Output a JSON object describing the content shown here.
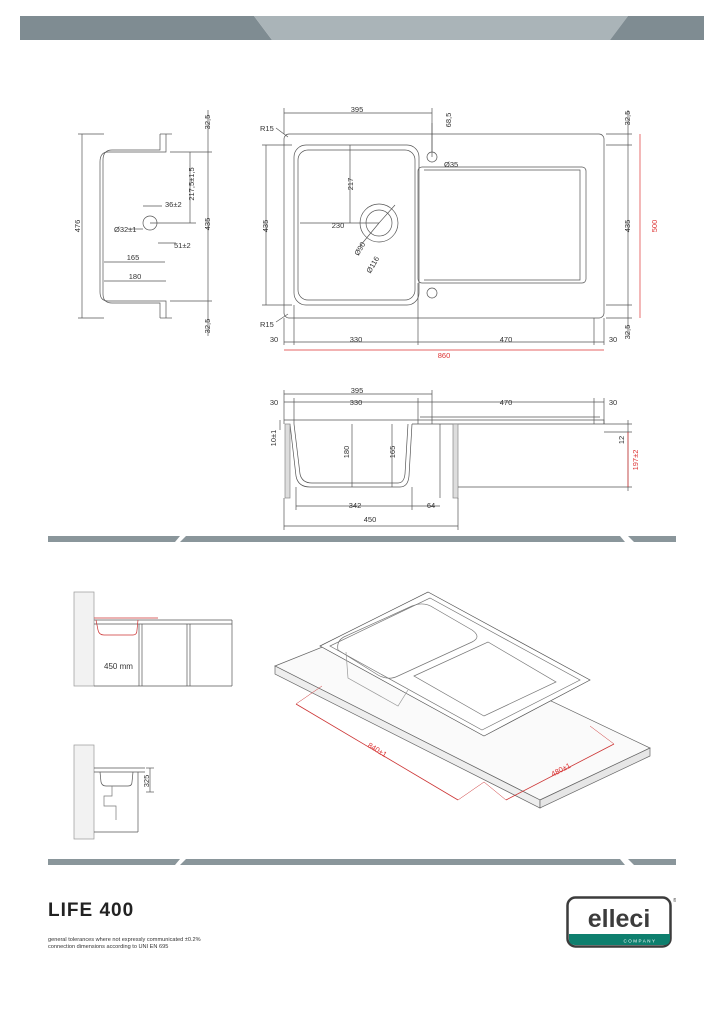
{
  "product": {
    "name": "LIFE 400",
    "notes": [
      "general tolerances where not expressly communicated ±0.2%",
      "connection dimensions according to UNI EN 695"
    ]
  },
  "brand": {
    "name": "elleci",
    "tagline": "COMPANY",
    "registered_mark": "®",
    "colors": {
      "teal": "#0e7f6e",
      "frame": "#3c3c3c",
      "band": "#8a969b"
    }
  },
  "side_view": {
    "height_total": "476",
    "top_offset": "32,5",
    "bottom_offset": "32,5",
    "mid_height": "435",
    "drain_height": "217,5±1,5",
    "drain_dia": "Ø32±1",
    "dim_36": "36±2",
    "dim_51": "51±2",
    "width_165": "165",
    "width_180": "180"
  },
  "top_view": {
    "radius_top": "R15",
    "radius_bottom": "R15",
    "bowl_width_top": "395",
    "tap_offset": "68,5",
    "tap_dia": "Ø35",
    "bowl_drain_height": "217",
    "bowl_drain_offset": "230",
    "waste_inner": "Ø90",
    "waste_outer": "Ø116",
    "left_height": "435",
    "right_top": "32,5",
    "right_height": "435",
    "right_bottom": "32,5",
    "overall_depth": "500",
    "bottom_30_left": "30",
    "bowl_width": "330",
    "drainer_width": "470",
    "bottom_30_right": "30",
    "overall_width": "860"
  },
  "section_view": {
    "top_395": "395",
    "edge_30_left": "30",
    "width_330": "330",
    "drainer_470": "470",
    "edge_30_right": "30",
    "rim_10": "10±1",
    "depth_180": "180",
    "depth_165": "165",
    "rim_12": "12",
    "height_197": "197±2",
    "base_342": "342",
    "gap_64": "64",
    "cabinet_450": "450"
  },
  "installation": {
    "cabinet_label": "450 mm",
    "height_325": "325",
    "cutout_length": "840±1",
    "cutout_width": "480±1"
  }
}
